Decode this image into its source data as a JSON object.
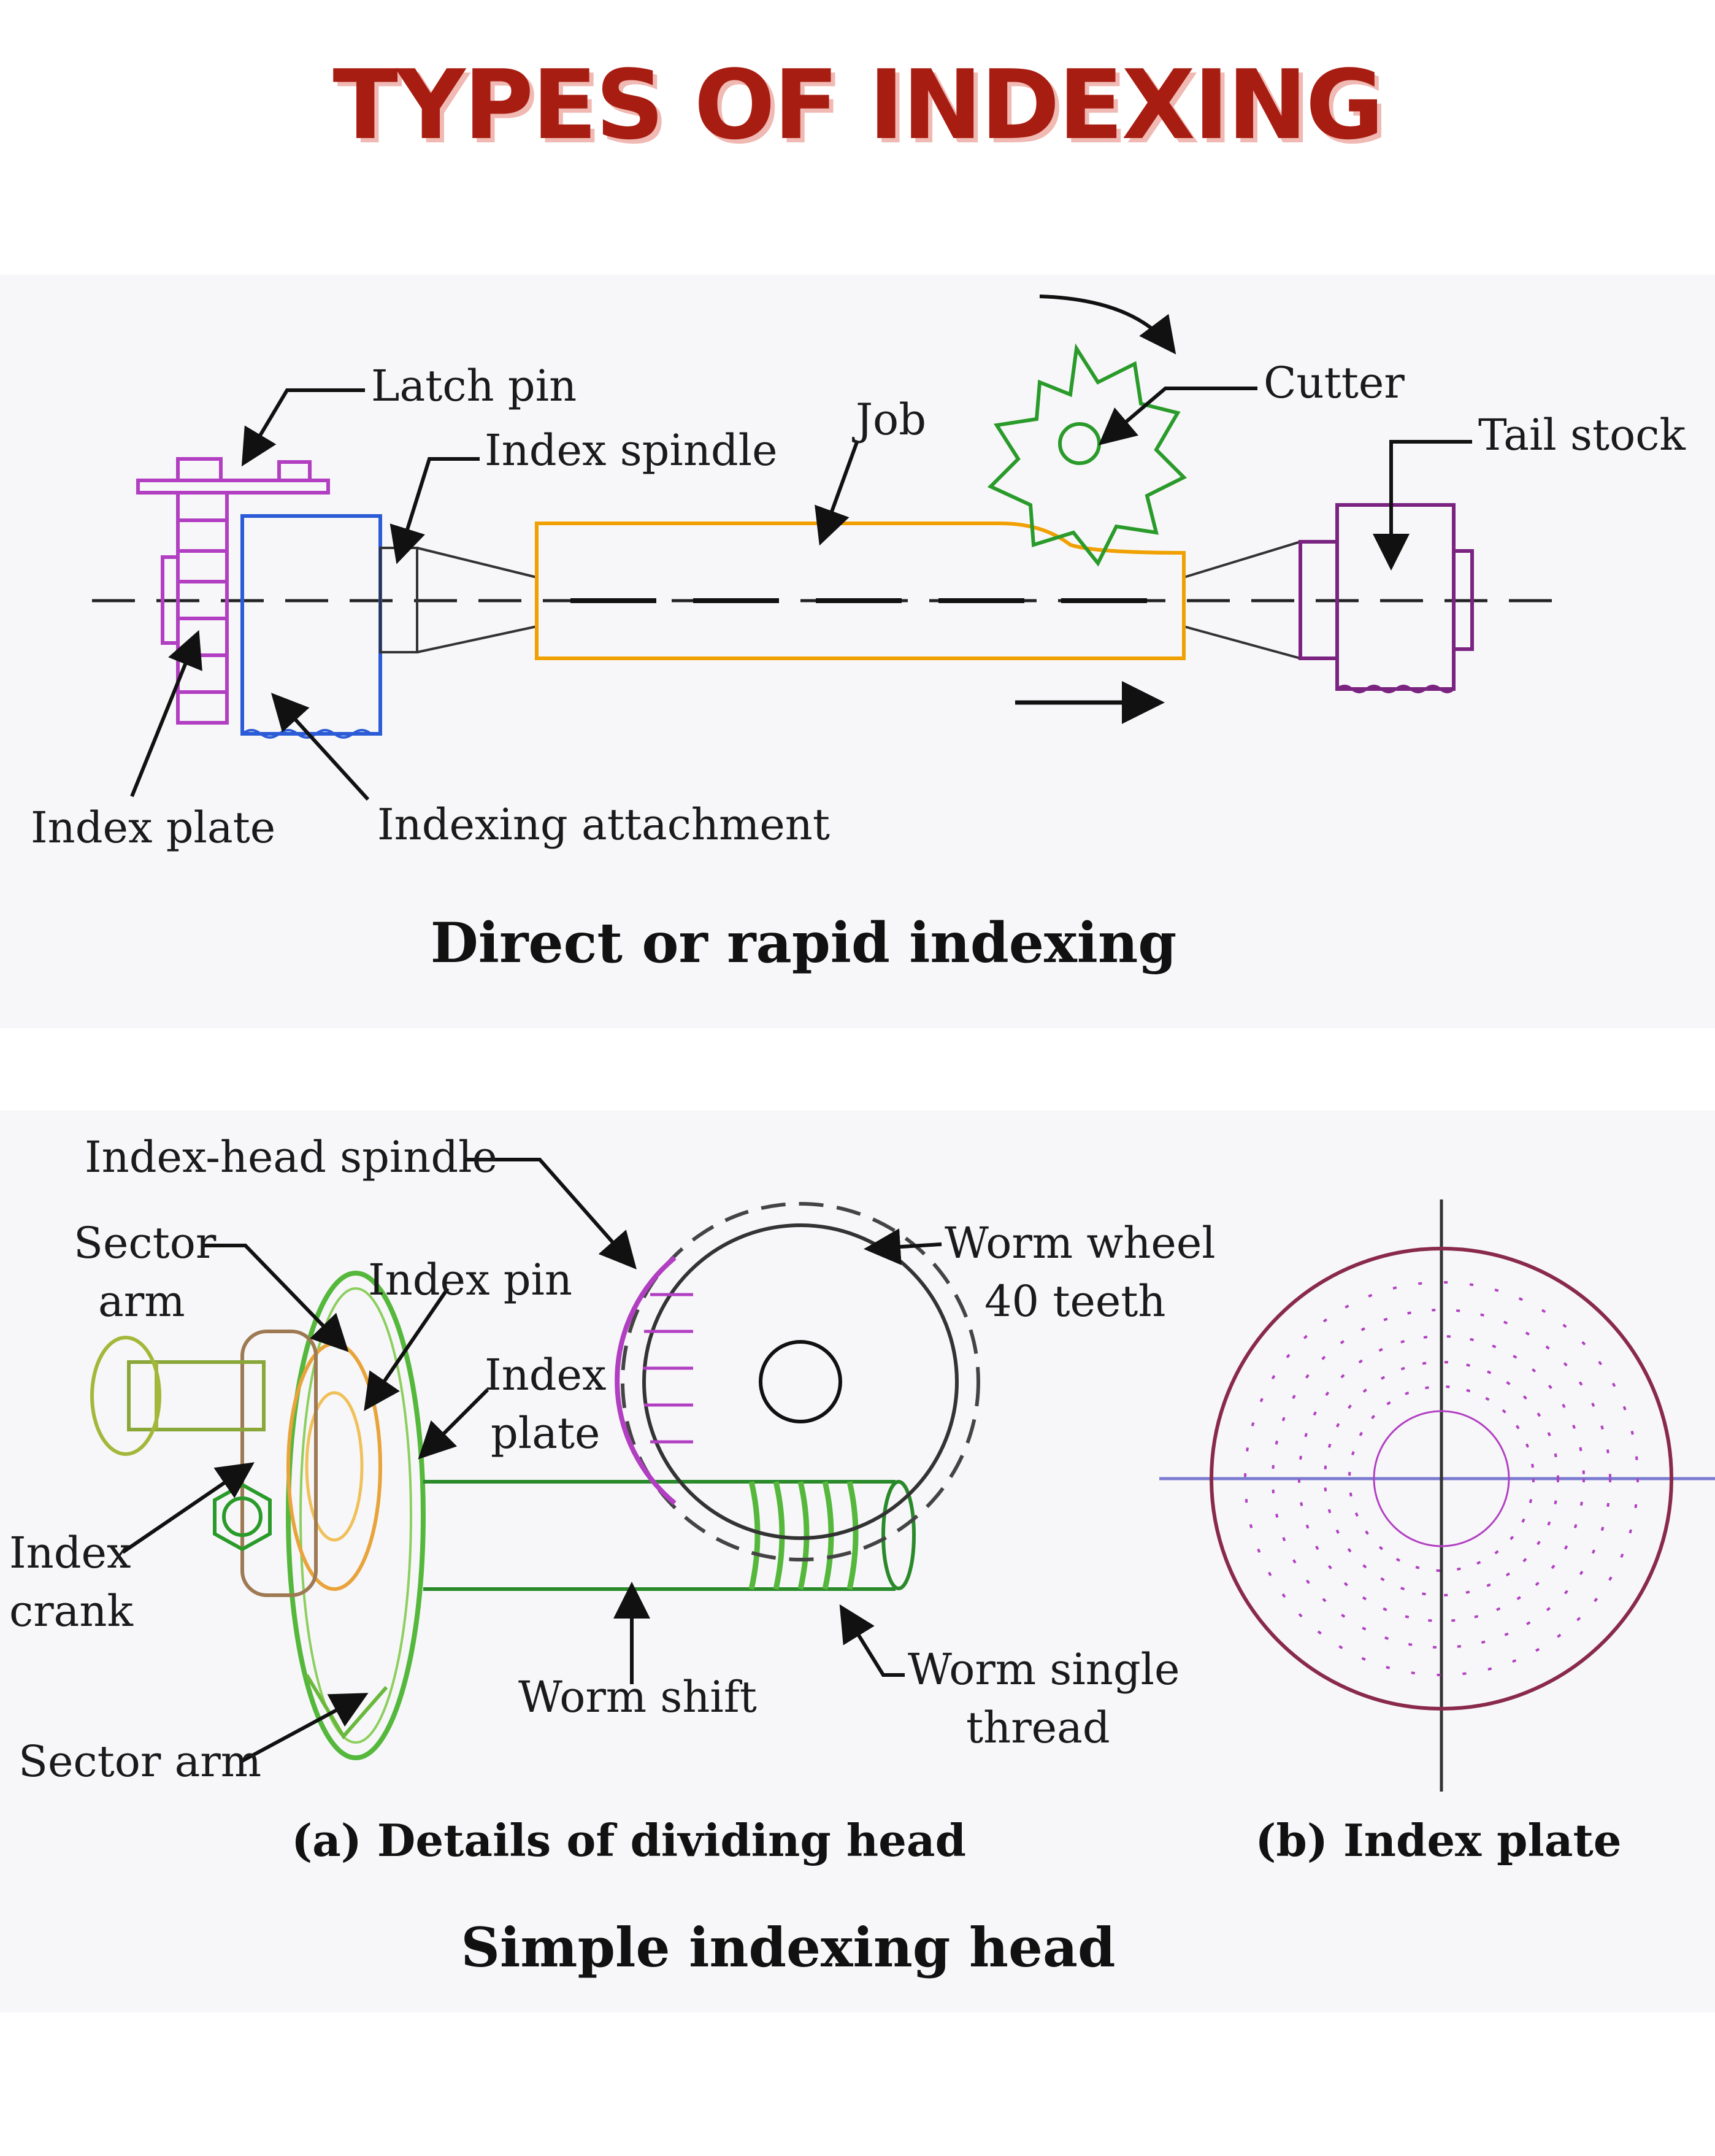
{
  "title": "TYPES OF INDEXING",
  "colors": {
    "title": "#a81d12",
    "title_shadow": "#f0b9b3",
    "index_plate": "#b23fc2",
    "indexing_attachment": "#2b5bd6",
    "job": "#f0a000",
    "cutter": "#2a9b2a",
    "tail_stock": "#7a2380",
    "worm": "#55b83c",
    "index_plate_b": "#8a2a4a"
  },
  "direct_indexing": {
    "caption": "Direct or rapid indexing",
    "labels": {
      "latch_pin": "Latch pin",
      "index_spindle": "Index spindle",
      "job": "Job",
      "cutter": "Cutter",
      "tail_stock": "Tail stock",
      "index_plate": "Index plate",
      "indexing_attachment": "Indexing attachment"
    }
  },
  "simple_indexing": {
    "caption": "Simple indexing head",
    "sub_a": "(a) Details of dividing head",
    "sub_b": "(b) Index plate",
    "labels": {
      "index_head_spindle": "Index-head spindle",
      "sector_arm_top_1": "Sector",
      "sector_arm_top_2": "arm",
      "index_pin": "Index pin",
      "worm_wheel_1": "Worm wheel",
      "worm_wheel_2": "40 teeth",
      "index_plate_1": "Index",
      "index_plate_2": "plate",
      "index_crank_1": "Index",
      "index_crank_2": "crank",
      "worm_shift": "Worm shift",
      "worm_single_1": "Worm single",
      "worm_single_2": "thread",
      "sector_arm_bottom": "Sector arm"
    }
  }
}
